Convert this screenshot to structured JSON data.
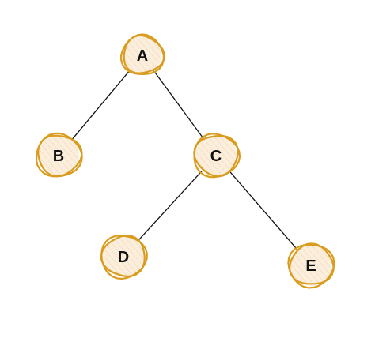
{
  "tree": {
    "node_stroke": "#d99c1e",
    "node_fill": "#fbeedd",
    "edge_color": "#111111",
    "nodes": [
      {
        "id": "A",
        "label": "A"
      },
      {
        "id": "B",
        "label": "B"
      },
      {
        "id": "C",
        "label": "C"
      },
      {
        "id": "D",
        "label": "D"
      },
      {
        "id": "E",
        "label": "E"
      }
    ],
    "edges": [
      {
        "from": "A",
        "to": "B"
      },
      {
        "from": "A",
        "to": "C"
      },
      {
        "from": "C",
        "to": "D"
      },
      {
        "from": "C",
        "to": "E"
      }
    ]
  }
}
